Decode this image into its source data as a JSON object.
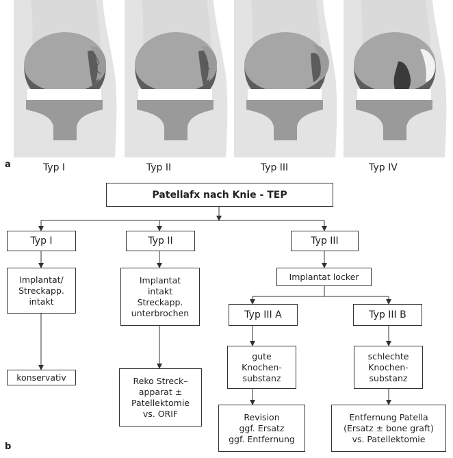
{
  "panel_a": {
    "label": "a",
    "captions": [
      "Typ I",
      "Typ II",
      "Typ III",
      "Typ IV"
    ]
  },
  "panel_b": {
    "label": "b",
    "title": "Patellafx nach Knie - TEP",
    "typ1": {
      "header": "Typ I",
      "condition": "Implantat/\nStreckapp.\nintakt",
      "treatment": "konservativ"
    },
    "typ2": {
      "header": "Typ II",
      "condition": "Implantat\nintakt\nStreckapp.\nunterbrochen",
      "treatment": "Reko Streck–\napparat ±\nPatellektomie\nvs. ORIF"
    },
    "typ3": {
      "header": "Typ III",
      "condition": "Implantat locker",
      "a": {
        "header": "Typ III A",
        "condition": "gute\nKnochen-\nsubstanz",
        "treatment": "Revision\nggf. Ersatz\nggf. Entfernung"
      },
      "b": {
        "header": "Typ III B",
        "condition": "schlechte\nKnochen-\nsubstanz",
        "treatment": "Entfernung Patella\n(Ersatz ± bone graft)\nvs. Patellektomie"
      }
    }
  },
  "colors": {
    "background_panel": "#e8e8e8",
    "leg": "#d9d9d9",
    "femur": "#a6a6a6",
    "implant": "#5c5c5c",
    "tibia": "#9a9a9a",
    "insert": "#ffffff",
    "line": "#333333"
  }
}
